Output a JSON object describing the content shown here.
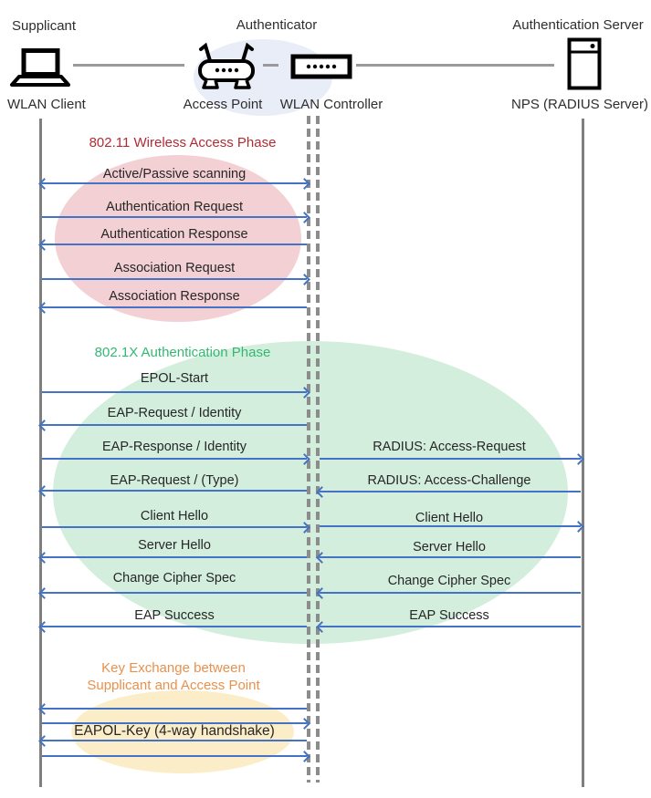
{
  "diagram": {
    "roles": {
      "supplicant": "Supplicant",
      "authenticator": "Authenticator",
      "auth_server": "Authentication Server"
    },
    "devices": {
      "wlan_client": "WLAN Client",
      "access_point": "Access Point",
      "wlan_controller": "WLAN Controller",
      "nps": "NPS (RADIUS Server)"
    },
    "phases": {
      "p80211": {
        "title": "802.11 Wireless Access Phase",
        "title_color": "#B22B33",
        "ellipse_color": "#F3D0D4"
      },
      "p8021x": {
        "title": "802.1X Authentication Phase",
        "title_color": "#33B873",
        "ellipse_color": "#D4EEDE"
      },
      "keyx": {
        "title": "Key Exchange between\nSupplicant and Access Point",
        "title_color": "#E8914E",
        "ellipse_color": "#FCEDC9"
      }
    },
    "messages": {
      "left": [
        {
          "label": "Active/Passive scanning",
          "dir": "both"
        },
        {
          "label": "Authentication Request",
          "dir": "right"
        },
        {
          "label": "Authentication Response",
          "dir": "left"
        },
        {
          "label": "Association Request",
          "dir": "right"
        },
        {
          "label": "Association Response",
          "dir": "left"
        },
        {
          "label": "EPOL-Start",
          "dir": "right"
        },
        {
          "label": "EAP-Request / Identity",
          "dir": "left"
        },
        {
          "label": "EAP-Response / Identity",
          "dir": "right"
        },
        {
          "label": "EAP-Request / (Type)",
          "dir": "left"
        },
        {
          "label": "Client Hello",
          "dir": "right"
        },
        {
          "label": "Server Hello",
          "dir": "left"
        },
        {
          "label": "Change Cipher Spec",
          "dir": "left"
        },
        {
          "label": "EAP Success",
          "dir": "left"
        },
        {
          "label": "EAPOL-Key (4-way handshake)",
          "dir": "left"
        }
      ],
      "right": [
        {
          "label": "RADIUS: Access-Request",
          "dir": "right"
        },
        {
          "label": "RADIUS: Access-Challenge",
          "dir": "left"
        },
        {
          "label": "Client Hello",
          "dir": "right"
        },
        {
          "label": "Server Hello",
          "dir": "left"
        },
        {
          "label": "Change Cipher Spec",
          "dir": "left"
        },
        {
          "label": "EAP Success",
          "dir": "left"
        }
      ]
    },
    "colors": {
      "arrow": "#4472C4",
      "lifeline": "#7F7F7F",
      "text": "#262626",
      "authenticator_ellipse": "#E9EDF7"
    }
  }
}
